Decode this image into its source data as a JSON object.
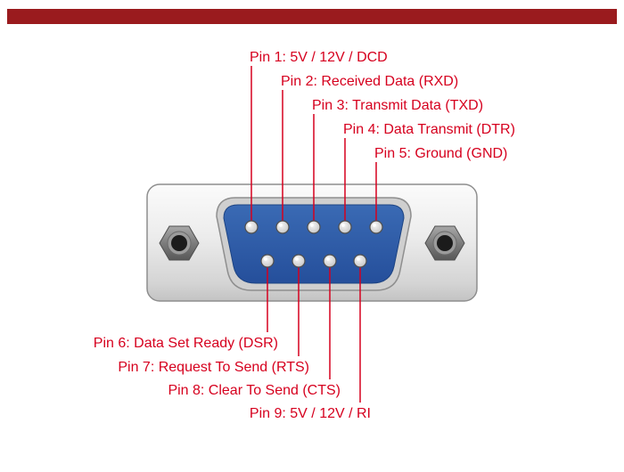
{
  "colors": {
    "accent_red": "#d6001e",
    "header_bar": "#9a1b1e",
    "connector_blue": "#2a5ca8",
    "connector_body_gray": "#e6e6e6"
  },
  "diagram": {
    "top_labels": [
      "Pin 1: 5V / 12V / DCD",
      "Pin 2: Received Data (RXD)",
      "Pin 3: Transmit Data (TXD)",
      "Pin 4: Data Transmit (DTR)",
      "Pin 5: Ground (GND)"
    ],
    "bottom_labels": [
      "Pin 6: Data Set Ready (DSR)",
      "Pin 7: Request To Send (RTS)",
      "Pin 8: Clear To Send (CTS)",
      "Pin 9: 5V / 12V / RI"
    ]
  }
}
